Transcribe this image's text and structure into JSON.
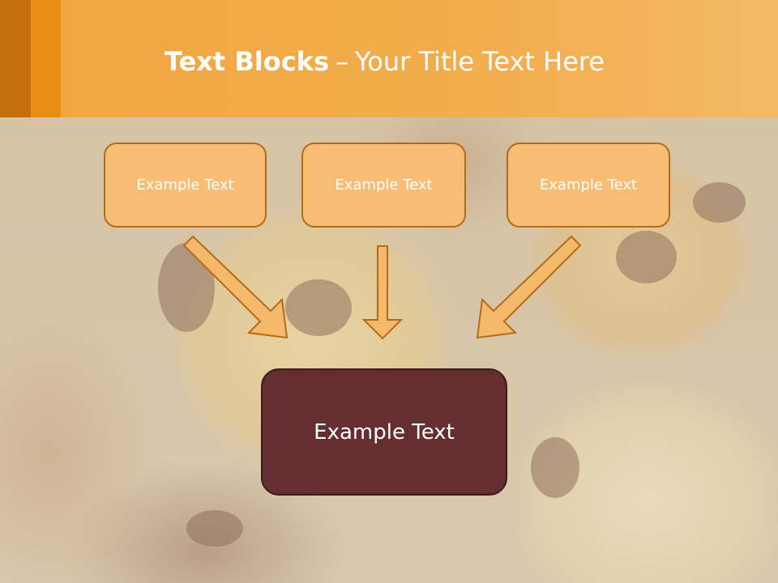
{
  "slide": {
    "title_bold": "Text Blocks",
    "title_dash": "–",
    "title_rest": "Your Title Text Here"
  },
  "diagram": {
    "top_boxes": [
      {
        "label": "Example Text"
      },
      {
        "label": "Example Text"
      },
      {
        "label": "Example Text"
      }
    ],
    "target_box": {
      "label": "Example Text"
    }
  },
  "colors": {
    "header_orange": "#f0a640",
    "box_fill": "#f7bd74",
    "box_border": "#b46b17",
    "target_fill": "#652f31"
  }
}
